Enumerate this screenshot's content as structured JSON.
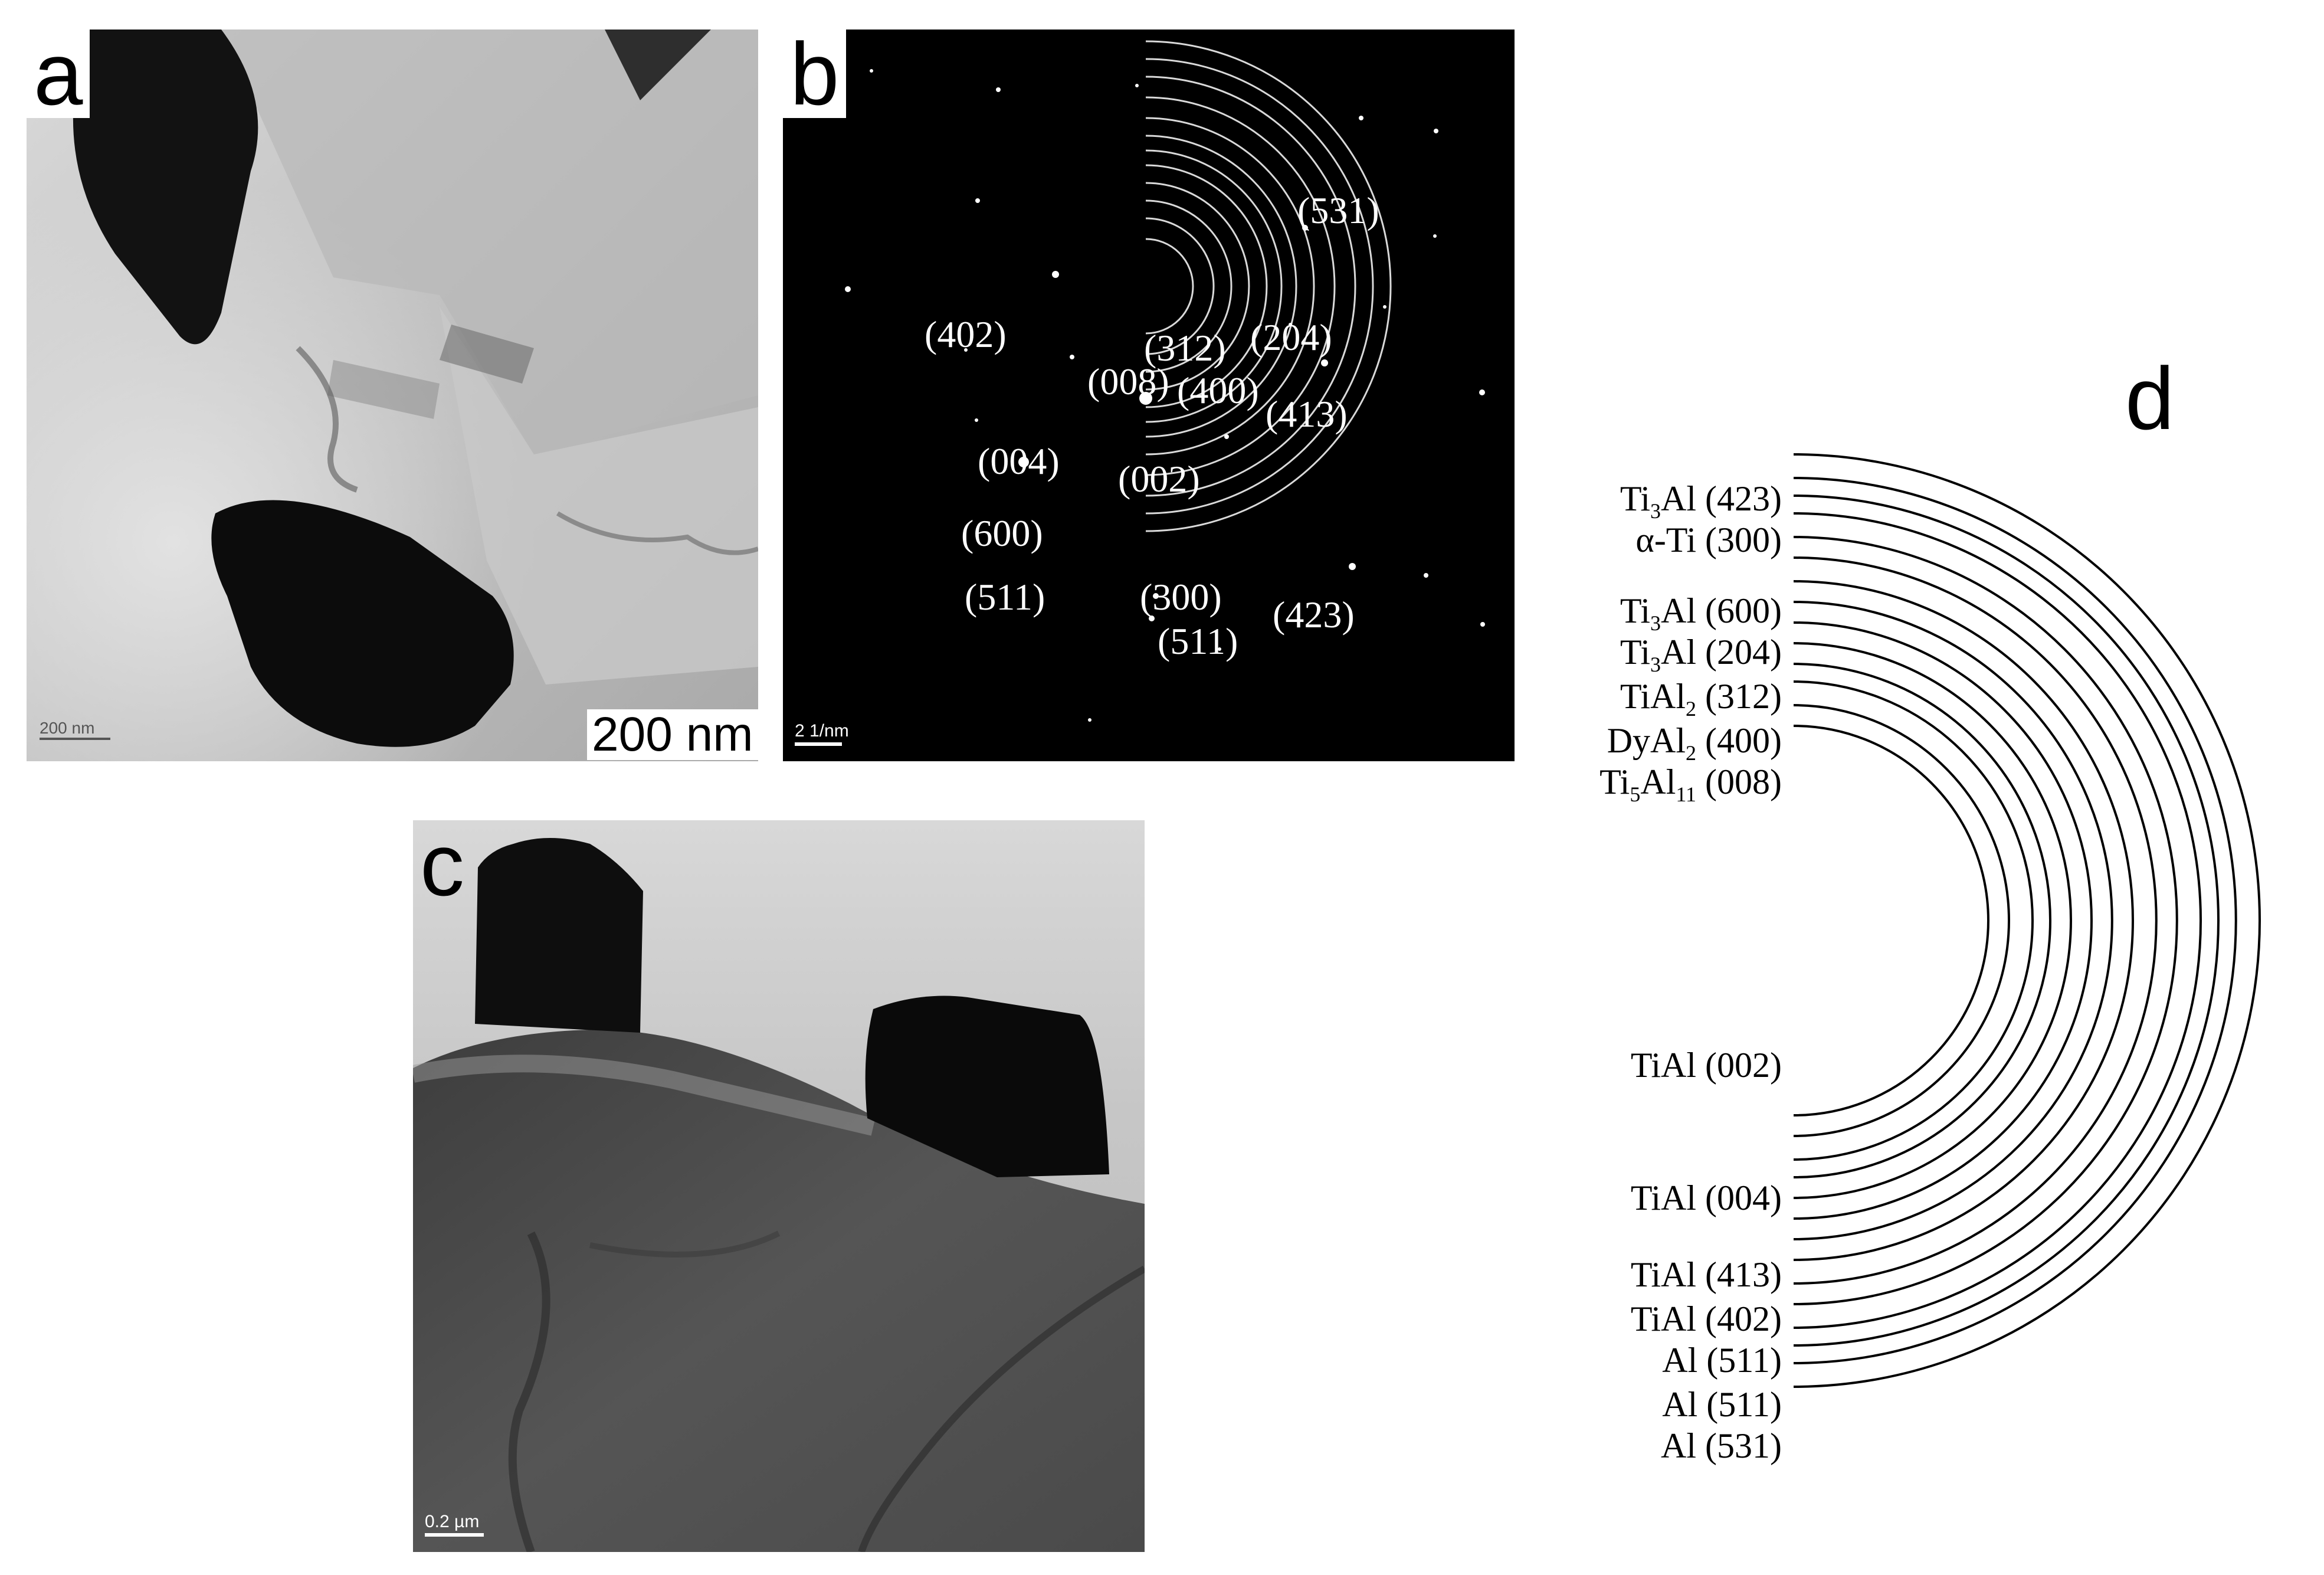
{
  "panels": {
    "a": {
      "label": "a",
      "scale_small": "200 nm",
      "scale_big": "200 nm"
    },
    "b": {
      "label": "b",
      "scale": "2 1/nm",
      "spot_labels": [
        "(531)",
        "(402)",
        "(312)",
        "(204)",
        "(008)",
        "(400)",
        "(413)",
        "(004)",
        "(002)",
        "(600)",
        "(511)",
        "(300)",
        "(511)",
        "(423)"
      ]
    },
    "c": {
      "label": "c",
      "scale": "0.2 µm"
    },
    "d": {
      "label": "d",
      "ring_labels": [
        {
          "phase": "Ti",
          "sub1": "3",
          "phase2": "Al",
          "sub2": "",
          "hkl": " (423)"
        },
        {
          "phase": "α-Ti",
          "sub1": "",
          "phase2": "",
          "sub2": "",
          "hkl": " (300)"
        },
        {
          "phase": "Ti",
          "sub1": "3",
          "phase2": "Al",
          "sub2": "",
          "hkl": " (600)"
        },
        {
          "phase": "Ti",
          "sub1": "3",
          "phase2": "Al",
          "sub2": "",
          "hkl": " (204)"
        },
        {
          "phase": "TiAl",
          "sub1": "2",
          "phase2": "",
          "sub2": "",
          "hkl": " (312)"
        },
        {
          "phase": "DyAl",
          "sub1": "2",
          "phase2": "",
          "sub2": "",
          "hkl": " (400)"
        },
        {
          "phase": "Ti",
          "sub1": "5",
          "phase2": "Al",
          "sub2": "11",
          "hkl": " (008)"
        },
        {
          "phase": "TiAl",
          "sub1": "",
          "phase2": "",
          "sub2": "",
          "hkl": " (002)"
        },
        {
          "phase": "TiAl",
          "sub1": "",
          "phase2": "",
          "sub2": "",
          "hkl": " (004)"
        },
        {
          "phase": "TiAl",
          "sub1": "",
          "phase2": "",
          "sub2": "",
          "hkl": " (413)"
        },
        {
          "phase": "TiAl",
          "sub1": "",
          "phase2": "",
          "sub2": "",
          "hkl": " (402)"
        },
        {
          "phase": "Al",
          "sub1": "",
          "phase2": "",
          "sub2": "",
          "hkl": " (511)"
        },
        {
          "phase": "Al",
          "sub1": "",
          "phase2": "",
          "sub2": "",
          "hkl": " (511)"
        },
        {
          "phase": "Al",
          "sub1": "",
          "phase2": "",
          "sub2": "",
          "hkl": " (531)"
        }
      ]
    }
  }
}
